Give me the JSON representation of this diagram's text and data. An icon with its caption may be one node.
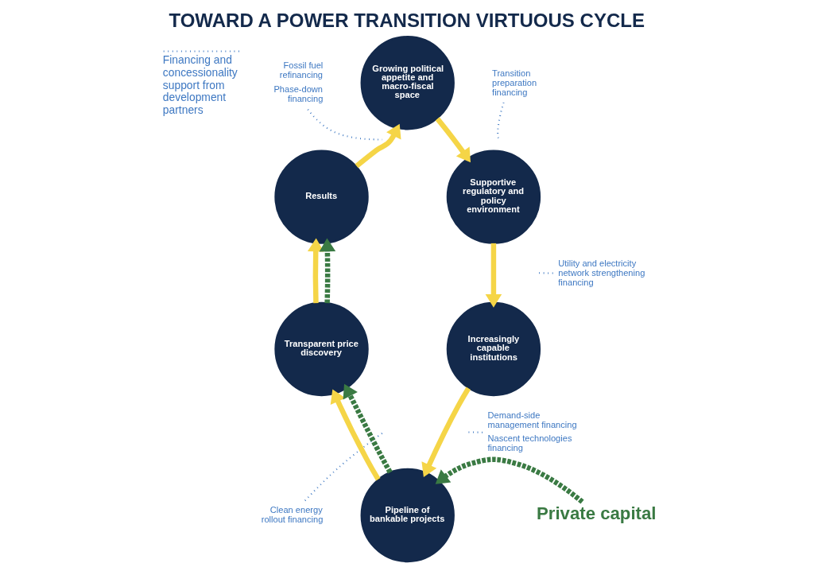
{
  "diagram": {
    "title": "TOWARD A POWER TRANSITION VIRTUOUS CYCLE",
    "nodes": [
      {
        "text": [
          "Growing political appetite and macro-fiscal space"
        ]
      },
      {
        "text": [
          "Supportive regulatory and policy environment"
        ]
      },
      {
        "text": [
          "Increasingly capable institutions"
        ]
      },
      {
        "text": [
          "Pipeline of bankable projects"
        ]
      },
      {
        "text": [
          "Transparent price discovery"
        ]
      },
      {
        "text": [
          "Results"
        ]
      },
      {
        "text": [
          "Private capital"
        ]
      },
      {
        "text": [
          "Fossil fuel refinancing",
          "Phase-down financing"
        ]
      },
      {
        "text": [
          "Transition preparation financing"
        ]
      },
      {
        "text": [
          "Utility and electricity network strengthening financing"
        ]
      },
      {
        "text": [
          "Demand-side management financing",
          "Nascent technologies financing"
        ]
      },
      {
        "text": [
          "Clean energy rollout financing"
        ]
      }
    ],
    "edges": [
      {
        "from": 0,
        "to": 1,
        "arrow": "to"
      },
      {
        "from": 1,
        "to": 2,
        "arrow": "to"
      },
      {
        "from": 2,
        "to": 3,
        "arrow": "to"
      },
      {
        "from": 3,
        "to": 4,
        "arrow": "to"
      },
      {
        "from": 4,
        "to": 5,
        "arrow": "to"
      },
      {
        "from": 5,
        "to": 0,
        "arrow": "to"
      },
      {
        "from": 6,
        "to": 3,
        "arrow": "to",
        "style": "dashed",
        "color": "#3a7a43"
      },
      {
        "from": 3,
        "to": 4,
        "arrow": "to",
        "style": "dashed",
        "color": "#3a7a43"
      },
      {
        "from": 4,
        "to": 5,
        "arrow": "to",
        "style": "dashed",
        "color": "#3a7a43"
      },
      {
        "from": 7,
        "to": null,
        "arrow": "none",
        "style": "dashed",
        "color": "#3e78c2"
      },
      {
        "from": 8,
        "to": null,
        "arrow": "none",
        "style": "dashed",
        "color": "#3e78c2"
      },
      {
        "from": 9,
        "to": null,
        "arrow": "none",
        "style": "dashed",
        "color": "#3e78c2"
      },
      {
        "from": 10,
        "to": null,
        "arrow": "none",
        "style": "dashed",
        "color": "#3e78c2"
      },
      {
        "from": 11,
        "to": null,
        "arrow": "none",
        "style": "dashed",
        "color": "#3e78c2"
      }
    ],
    "legend": [
      {
        "text": "Financing and concessionality support from development partners"
      }
    ]
  }
}
